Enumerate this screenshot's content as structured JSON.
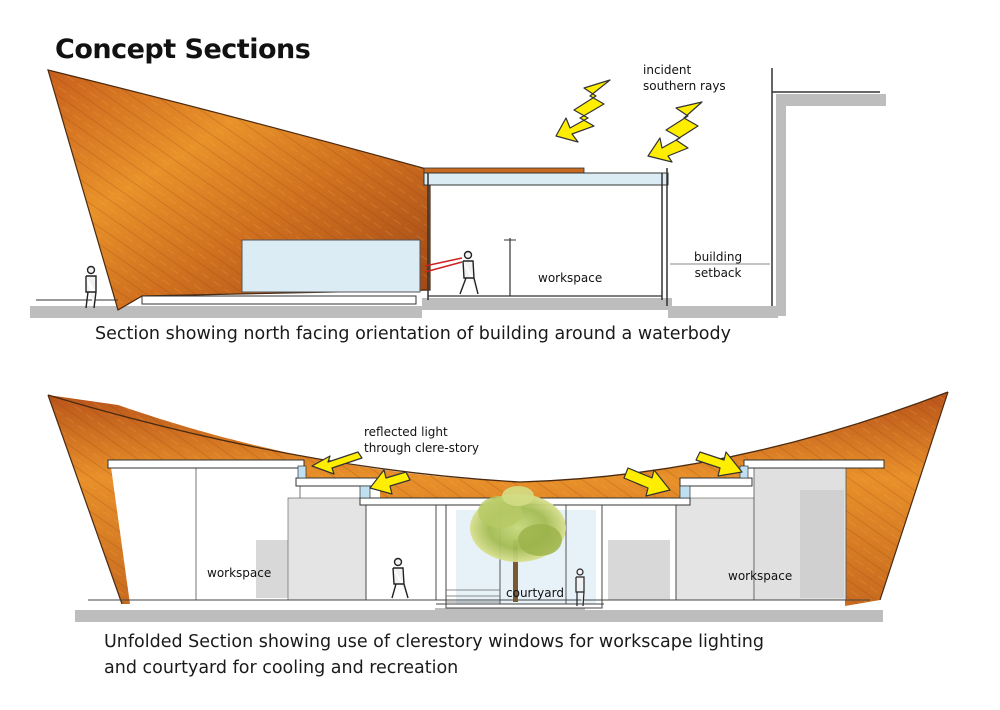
{
  "title": "Concept Sections",
  "section1": {
    "caption": "Section showing north facing orientation of building around a waterbody",
    "label_incident": [
      "incident",
      "southern rays"
    ],
    "label_workspace": "workspace",
    "label_setback": [
      "building",
      "setback"
    ]
  },
  "section2": {
    "caption_lines": [
      "Unfolded Section showing use of clerestory windows for workscape lighting",
      "and courtyard for cooling  and recreation"
    ],
    "label_reflected": [
      "reflected light",
      "through clere-story"
    ],
    "label_workspace_left": "workspace",
    "label_workspace_right": "workspace",
    "label_courtyard": "courtyard"
  },
  "colors": {
    "rust_light": "#e8922a",
    "rust_dark": "#b8531a",
    "arrow_yellow": "#ffee00",
    "glass_blue": "#dcecf5",
    "ground_gray": "#bdbdbd",
    "wall_gray": "#d8d8d8"
  }
}
